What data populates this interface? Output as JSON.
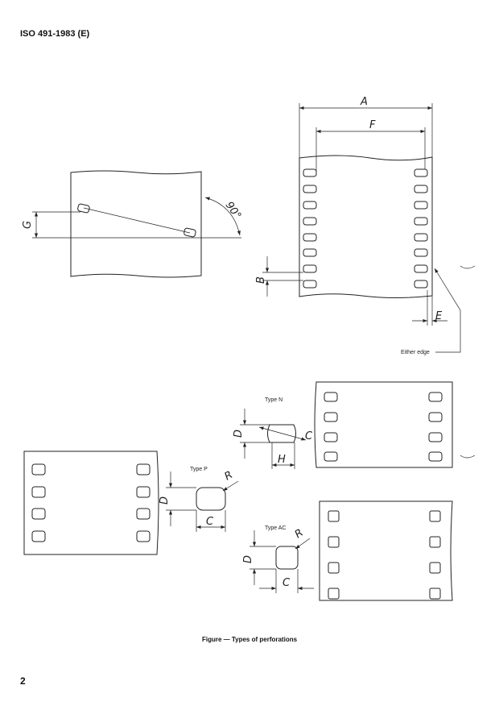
{
  "header": "ISO 491-1983 (E)",
  "caption": "Figure — Types of perforations",
  "page_number": "2",
  "labels": {
    "A": "A",
    "F": "F",
    "G": "G",
    "B": "B",
    "E": "E",
    "angle": "90°",
    "either_edge": "Either edge",
    "type_n": "Type N",
    "type_p": "Type P",
    "type_ac": "Type AC",
    "D": "D",
    "C": "C",
    "H": "H",
    "R": "R"
  }
}
